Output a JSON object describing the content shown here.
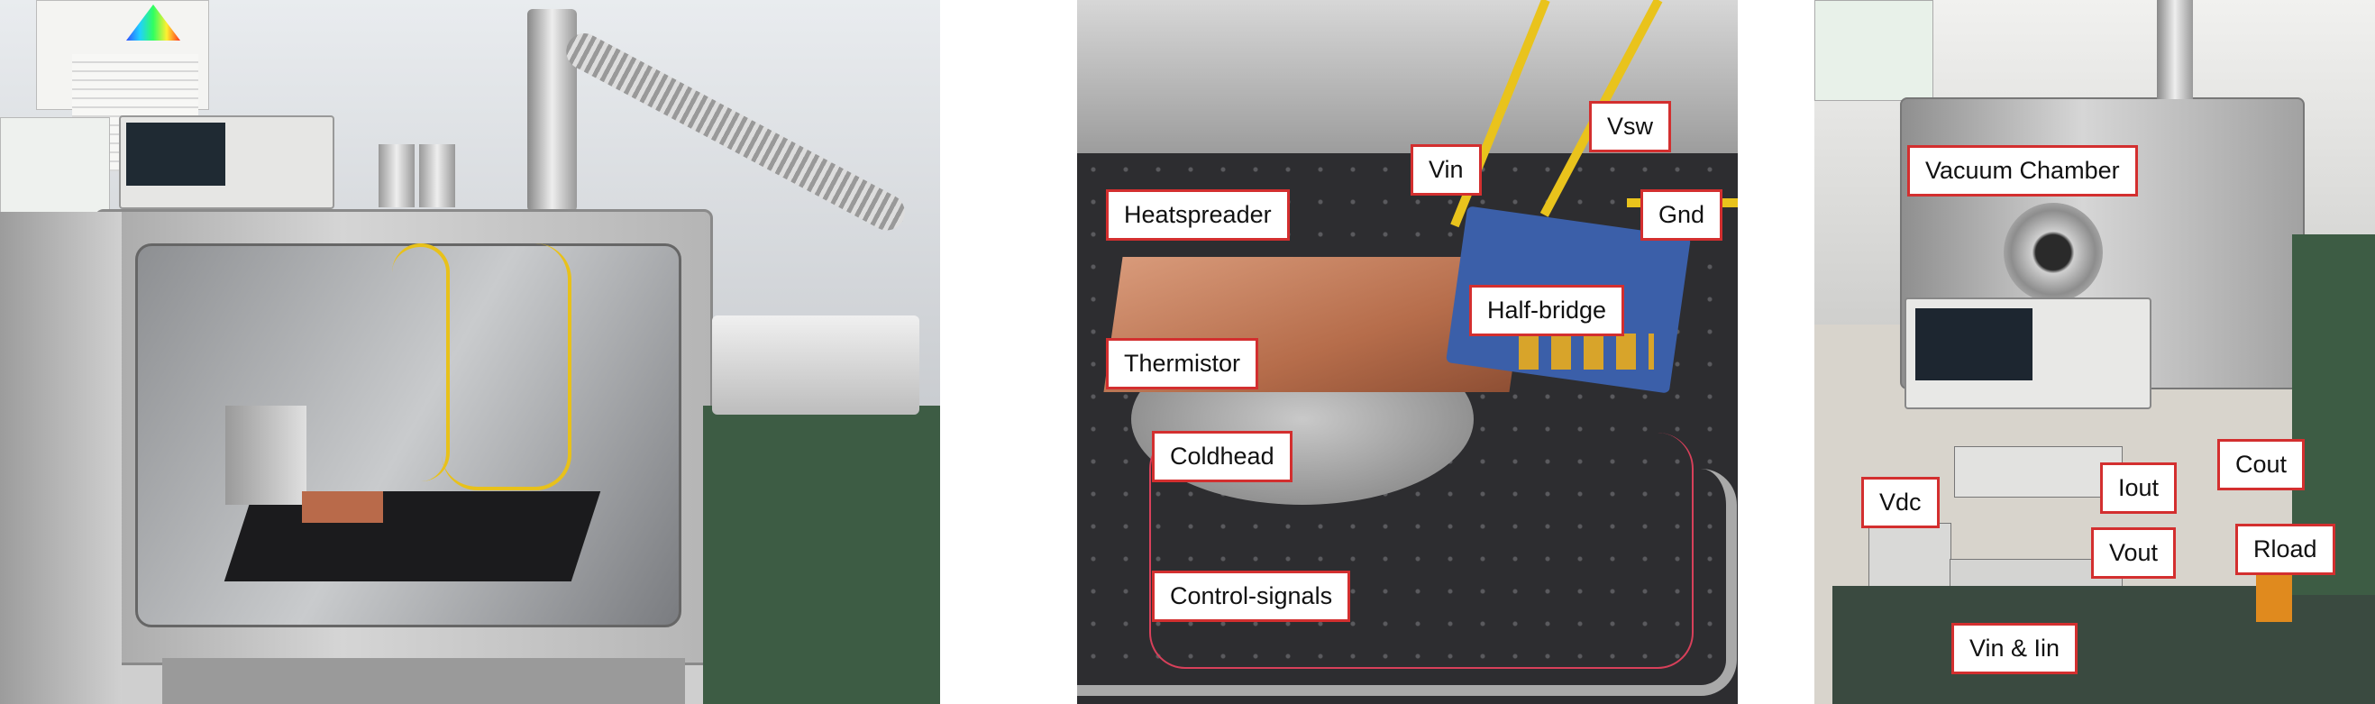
{
  "panel_b": {
    "labels": {
      "heatspreader": "Heatspreader",
      "vin": "Vin",
      "vsw": "Vsw",
      "gnd": "Gnd",
      "half_bridge": "Half-bridge",
      "thermistor": "Thermistor",
      "coldhead": "Coldhead",
      "control_signals": "Control-signals"
    }
  },
  "panel_c": {
    "labels": {
      "vacuum_chamber": "Vacuum Chamber",
      "cout": "Cout",
      "iout": "Iout",
      "vdc": "Vdc",
      "vout": "Vout",
      "rload": "Rload",
      "vin_iin": "Vin & Iin"
    }
  }
}
